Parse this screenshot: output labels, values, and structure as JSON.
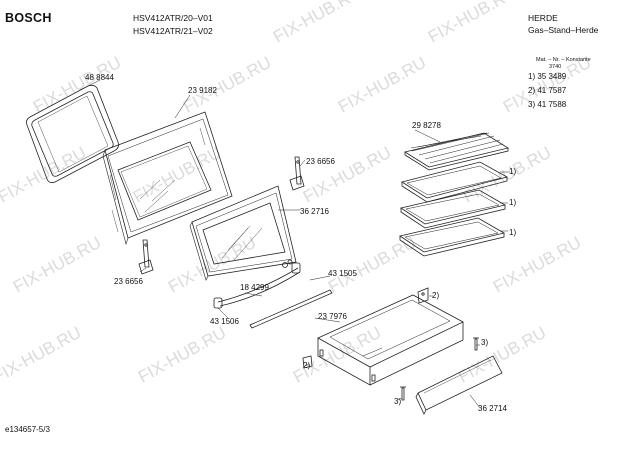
{
  "header": {
    "brand": "BOSCH",
    "model_line1": "HSV412ATR/20–V01",
    "model_line2": "HSV412ATR/21–V02",
    "category": "HERDE",
    "subcategory": "Gas–Stand–Herde"
  },
  "legend": {
    "heading_line1": "Mat. – Nr. – Konstante",
    "heading_line2": "3740",
    "entries": [
      "1) 35 3489",
      "2) 41 7587",
      "3) 41 7588"
    ]
  },
  "parts": {
    "p488844": "48 8844",
    "p239182": "23 9182",
    "p236656a": "23 6656",
    "p362716": "36 2716",
    "p298278": "29 8278",
    "ref1a": "1)",
    "ref1b": "1)",
    "ref1c": "1)",
    "p236656b": "23 6656",
    "p184299": "18 4299",
    "p431505": "43 1505",
    "p431506": "43 1506",
    "ref2a": "2)",
    "p237976": "23 7976",
    "ref3a": "3)",
    "ref2b": "2)",
    "ref3b": "3)",
    "p362714": "36 2714"
  },
  "footer": {
    "doc_id": "e134657-5/3"
  },
  "watermark": "FIX-HUB.RU"
}
